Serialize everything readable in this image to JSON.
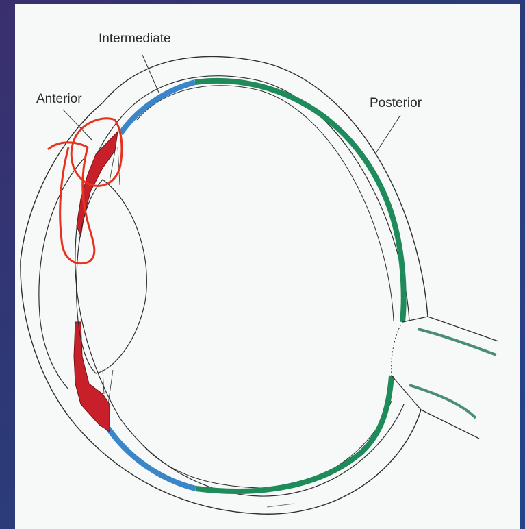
{
  "diagram": {
    "labels": {
      "intermediate": "Intermediate",
      "anterior": "Anterior",
      "posterior": "Posterior"
    },
    "colors": {
      "anterior_uvea": "#c8202a",
      "intermediate_uvea": "#3a86c8",
      "posterior_choroid": "#1f8a5a",
      "annotation": "#e8321e",
      "outline": "#2e2e2e"
    }
  }
}
